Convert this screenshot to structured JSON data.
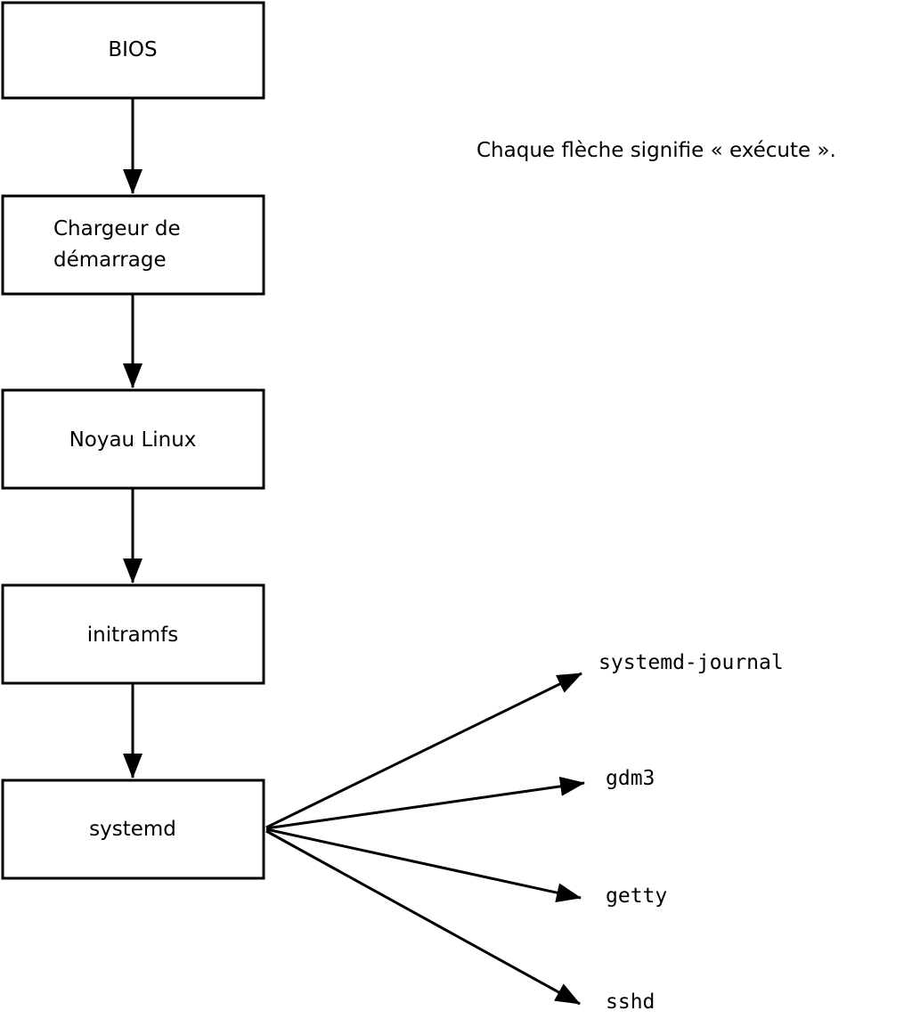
{
  "diagram": {
    "caption": "Chaque flèche signifie « exécute ».",
    "boxes": {
      "bios": "BIOS",
      "bootloader_line1": "Chargeur de",
      "bootloader_line2": "démarrage",
      "kernel": "Noyau Linux",
      "initramfs": "initramfs",
      "systemd": "systemd"
    },
    "services": {
      "journal": "systemd-journal",
      "gdm": "gdm3",
      "getty": "getty",
      "sshd": "sshd"
    },
    "colors": {
      "stroke": "#000000",
      "background": "#ffffff"
    }
  }
}
